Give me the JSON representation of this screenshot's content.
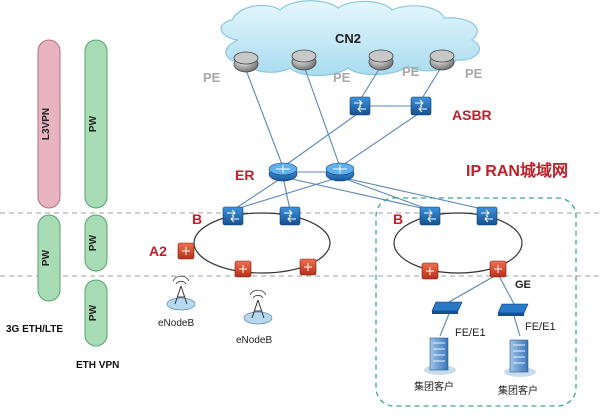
{
  "cloud_label": "CN2",
  "labels": {
    "pe": "PE",
    "asbr": "ASBR",
    "er": "ER",
    "ip_ran": "IP RAN城域网",
    "b": "B",
    "a2": "A2",
    "ge": "GE",
    "fe_e1": "FE/E1",
    "enodeb": "eNodeB",
    "customer": "集团客户"
  },
  "stack_labels": {
    "l3vpn": "L3VPN",
    "pw": "PW",
    "eth_lte": "3G ETH/LTE",
    "eth_vpn": "ETH VPN"
  },
  "colors": {
    "l3vpn_fill": "#e8b4c0",
    "pw_fill": "#a8dcb4",
    "red_label": "#c0202a",
    "gray_label": "#a8a8a8",
    "cloud": "#c8ecf8",
    "link": "#5080b0",
    "switch_blue": "#1f6fc0",
    "router_red": "#d8442a",
    "dashed_region": "#3aa890"
  }
}
